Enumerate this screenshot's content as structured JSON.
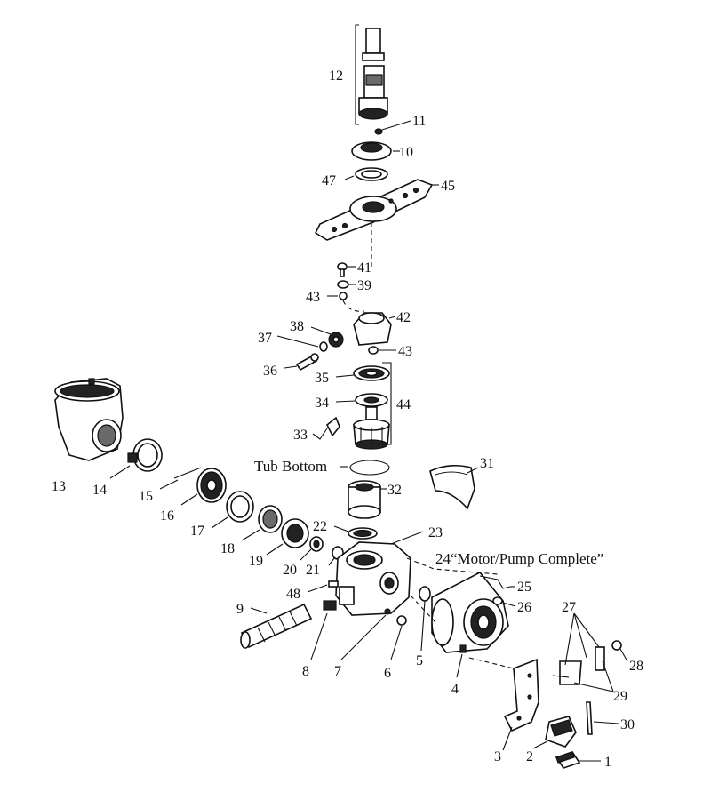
{
  "callouts": {
    "c1": "1",
    "c2": "2",
    "c3": "3",
    "c4": "4",
    "c5": "5",
    "c6": "6",
    "c7": "7",
    "c8": "8",
    "c9": "9",
    "c10": "10",
    "c11": "11",
    "c12": "12",
    "c13": "13",
    "c14": "14",
    "c15": "15",
    "c16": "16",
    "c17": "17",
    "c18": "18",
    "c19": "19",
    "c20": "20",
    "c21": "21",
    "c22": "22",
    "c23": "23",
    "c24": "24",
    "c25": "25",
    "c26": "26",
    "c27": "27",
    "c28": "28",
    "c29": "29",
    "c30": "30",
    "c31": "31",
    "c32": "32",
    "c33": "33",
    "c34": "34",
    "c35": "35",
    "c36": "36",
    "c37": "37",
    "c38": "38",
    "c39": "39",
    "c41": "41",
    "c42": "42",
    "c43a": "43",
    "c43b": "43",
    "c44": "44",
    "c45": "45",
    "c47": "47",
    "c48": "48"
  },
  "labels": {
    "tub_bottom": "Tub Bottom",
    "motor_pump": "“Motor/Pump Complete”"
  }
}
